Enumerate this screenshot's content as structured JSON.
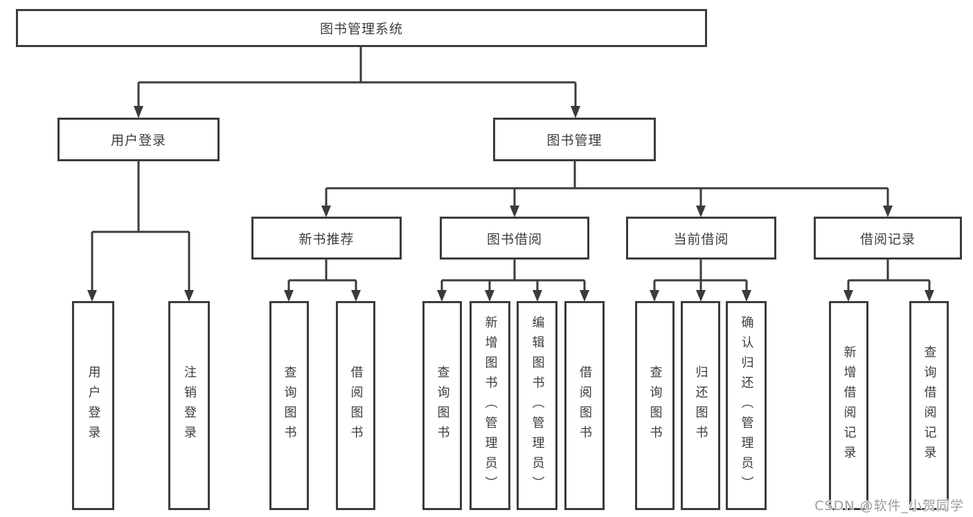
{
  "diagram": {
    "root": "图书管理系统",
    "level2": [
      {
        "label": "用户登录",
        "children": [
          {
            "label": "用户登录"
          },
          {
            "label": "注销登录"
          }
        ]
      },
      {
        "label": "图书管理",
        "children": [
          {
            "label": "新书推荐",
            "children": [
              {
                "label": "查询图书"
              },
              {
                "label": "借阅图书"
              }
            ]
          },
          {
            "label": "图书借阅",
            "children": [
              {
                "label": "查询图书"
              },
              {
                "label": "新增图书（管理员）"
              },
              {
                "label": "编辑图书（管理员）"
              },
              {
                "label": "借阅图书"
              }
            ]
          },
          {
            "label": "当前借阅",
            "children": [
              {
                "label": "查询图书"
              },
              {
                "label": "归还图书"
              },
              {
                "label": "确认归还（管理员）"
              }
            ]
          },
          {
            "label": "借阅记录",
            "children": [
              {
                "label": "新增借阅记录"
              },
              {
                "label": "查询借阅记录"
              }
            ]
          }
        ]
      }
    ]
  },
  "watermark": "CSDN @软件_小贺同学",
  "colors": {
    "line": "#3b3b3b",
    "box_border": "#3b3b3b",
    "text": "#3d3d3d",
    "watermark": "#9c9c9c",
    "background": "#ffffff"
  }
}
